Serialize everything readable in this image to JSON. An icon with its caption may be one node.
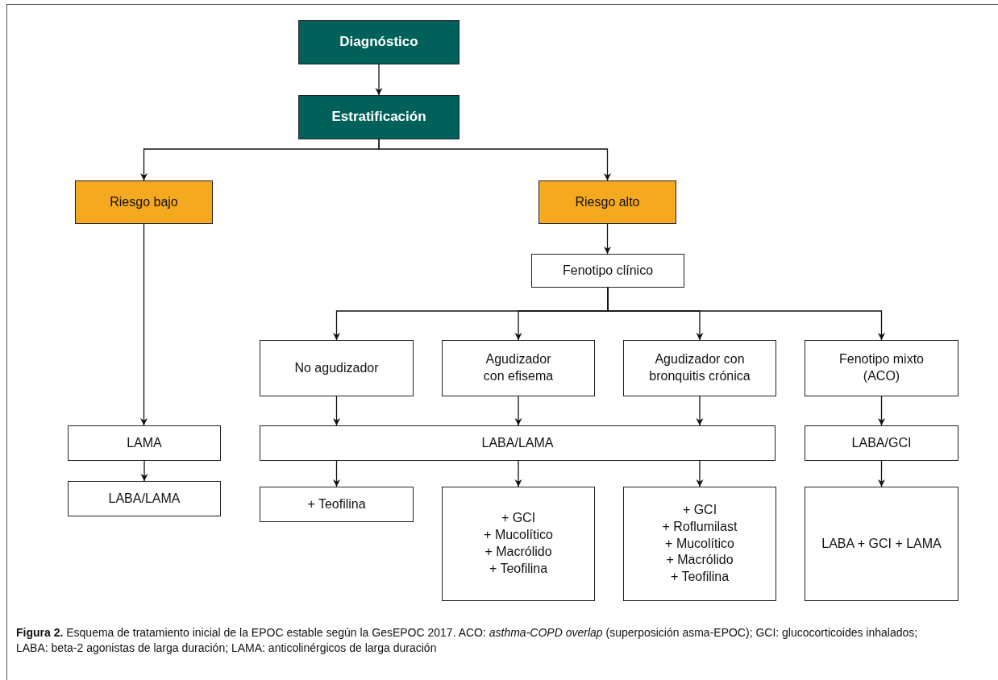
{
  "diagram": {
    "caption": "**Figura 2.** Esquema de tratamiento inicial de la EPOC estable según la GesEPOC 2017. ACO: *asthma-COPD overlap* (superposición asma-EPOC); GCI: glucocorticoides inhalados; LABA: beta-2 agonistas de larga duración; LAMA: anticolinérgicos de larga duración",
    "nodes": [
      {
        "text": [
          "Diagnóstico"
        ]
      },
      {
        "text": [
          "Estratificación"
        ]
      },
      {
        "text": [
          "Riesgo bajo"
        ]
      },
      {
        "text": [
          "Riesgo alto"
        ]
      },
      {
        "text": [
          "Fenotipo clínico"
        ]
      },
      {
        "text": [
          "No agudizador"
        ]
      },
      {
        "text": [
          "Agudizador con efisema"
        ]
      },
      {
        "text": [
          "Agudizador con bronquitis crónica"
        ]
      },
      {
        "text": [
          "Fenotipo mixto (ACO)"
        ]
      },
      {
        "text": [
          "LAMA"
        ]
      },
      {
        "text": [
          "LABA/LAMA"
        ]
      },
      {
        "text": [
          "LABA/GCI"
        ]
      },
      {
        "text": [
          "LABA/LAMA"
        ]
      },
      {
        "text": [
          "+ Teofilina"
        ]
      },
      {
        "text": [
          "+ GCI",
          "+ Mucolítico",
          "+ Macrólido",
          "+ Teofilina"
        ]
      },
      {
        "text": [
          "+ GCI",
          "+ Roflumilast",
          "+ Mucolítico",
          "+ Macrólido",
          "+ Teofilina"
        ]
      },
      {
        "text": [
          "LABA + GCI + LAMA"
        ]
      }
    ],
    "edges": [
      {
        "from": 0,
        "to": 1,
        "arrow": "to"
      },
      {
        "from": 1,
        "to": 2,
        "arrow": "to"
      },
      {
        "from": 1,
        "to": 3,
        "arrow": "to"
      },
      {
        "from": 2,
        "to": 9,
        "arrow": "to"
      },
      {
        "from": 9,
        "to": 12,
        "arrow": "to"
      },
      {
        "from": 3,
        "to": 4,
        "arrow": "to"
      },
      {
        "from": 4,
        "to": 5,
        "arrow": "to"
      },
      {
        "from": 4,
        "to": 6,
        "arrow": "to"
      },
      {
        "from": 4,
        "to": 7,
        "arrow": "to"
      },
      {
        "from": 4,
        "to": 8,
        "arrow": "to"
      },
      {
        "from": 5,
        "to": 10,
        "arrow": "to"
      },
      {
        "from": 6,
        "to": 10,
        "arrow": "to"
      },
      {
        "from": 7,
        "to": 10,
        "arrow": "to"
      },
      {
        "from": 8,
        "to": 11,
        "arrow": "to"
      },
      {
        "from": 10,
        "to": 13,
        "arrow": "to"
      },
      {
        "from": 10,
        "to": 14,
        "arrow": "to"
      },
      {
        "from": 10,
        "to": 15,
        "arrow": "to"
      },
      {
        "from": 11,
        "to": 16,
        "arrow": "to"
      }
    ]
  }
}
